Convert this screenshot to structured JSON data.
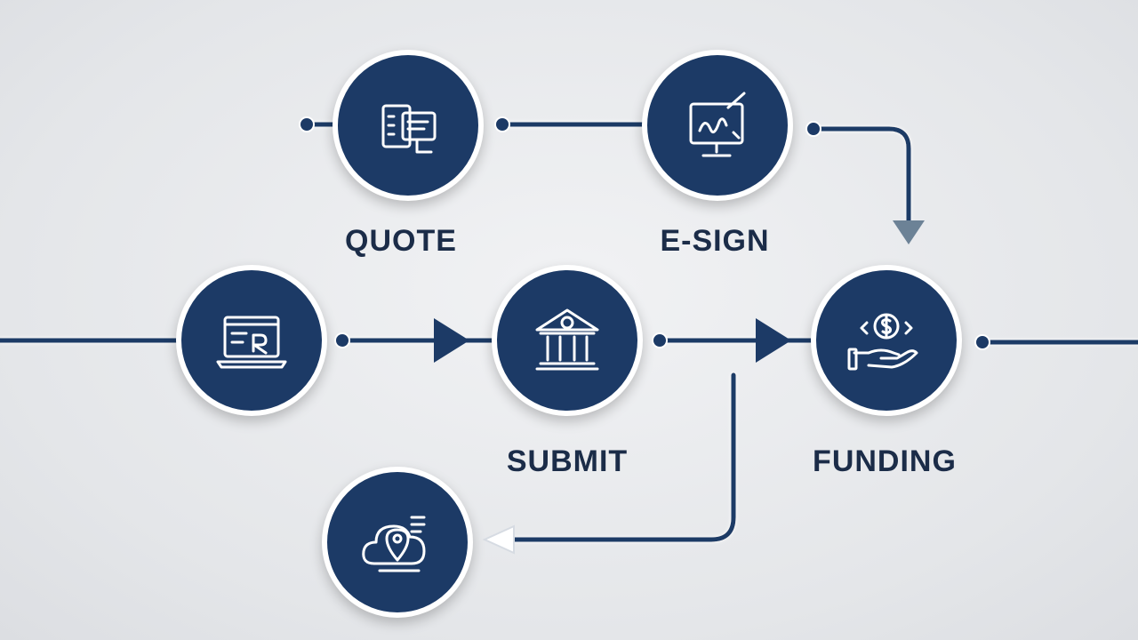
{
  "steps": {
    "quote": {
      "label": "QUOTE",
      "icon": "document-stack-icon"
    },
    "esign": {
      "label": "E-SIGN",
      "icon": "signature-monitor-icon"
    },
    "laptop": {
      "label": "",
      "icon": "laptop-icon"
    },
    "submit": {
      "label": "SUBMIT",
      "icon": "bank-building-icon"
    },
    "funding": {
      "label": "FUNDING",
      "icon": "hand-coin-icon"
    },
    "location": {
      "label": "",
      "icon": "cloud-location-icon"
    }
  },
  "colors": {
    "node": "#1c3a66",
    "line": "#1c3a66",
    "text": "#1b2c48",
    "background": "#e7e8eb"
  }
}
